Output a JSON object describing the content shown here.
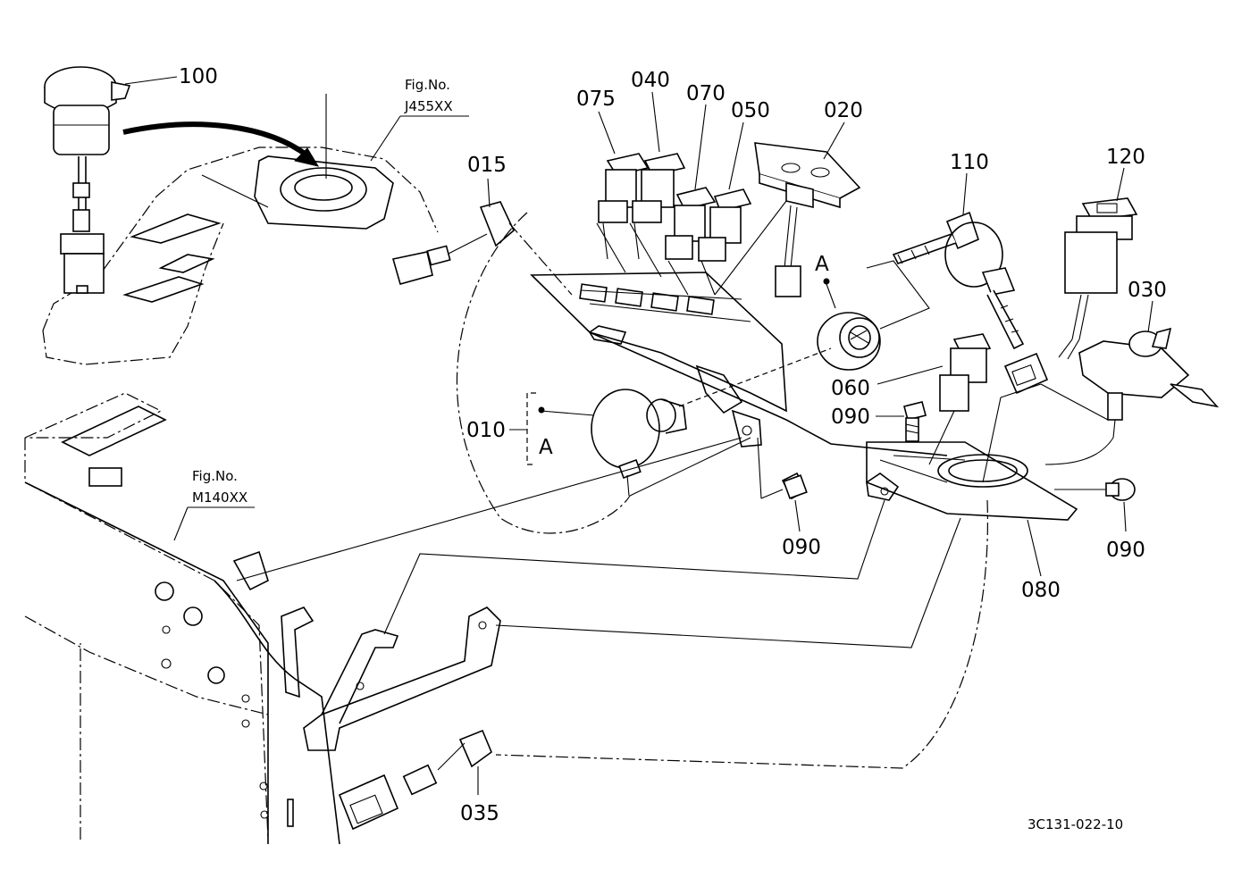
{
  "diagram": {
    "parts": [
      {
        "id": "p100",
        "label": "100"
      },
      {
        "id": "p075",
        "label": "075"
      },
      {
        "id": "p040",
        "label": "040"
      },
      {
        "id": "p070",
        "label": "070"
      },
      {
        "id": "p050",
        "label": "050"
      },
      {
        "id": "p020",
        "label": "020"
      },
      {
        "id": "p015",
        "label": "015"
      },
      {
        "id": "p110",
        "label": "110"
      },
      {
        "id": "p120",
        "label": "120"
      },
      {
        "id": "p030",
        "label": "030"
      },
      {
        "id": "p060",
        "label": "060"
      },
      {
        "id": "p090a",
        "label": "090"
      },
      {
        "id": "p010",
        "label": "010"
      },
      {
        "id": "p090b",
        "label": "090"
      },
      {
        "id": "p090c",
        "label": "090"
      },
      {
        "id": "p080",
        "label": "080"
      },
      {
        "id": "p035",
        "label": "035"
      }
    ],
    "markers": {
      "detail_a_top": "A",
      "detail_a_left": "A"
    },
    "fig_refs": [
      {
        "id": "ref1",
        "line1": "Fig.No.",
        "line2": "J455XX"
      },
      {
        "id": "ref2",
        "line1": "Fig.No.",
        "line2": "M140XX"
      }
    ],
    "drawing_number": "3C131-022-10"
  }
}
